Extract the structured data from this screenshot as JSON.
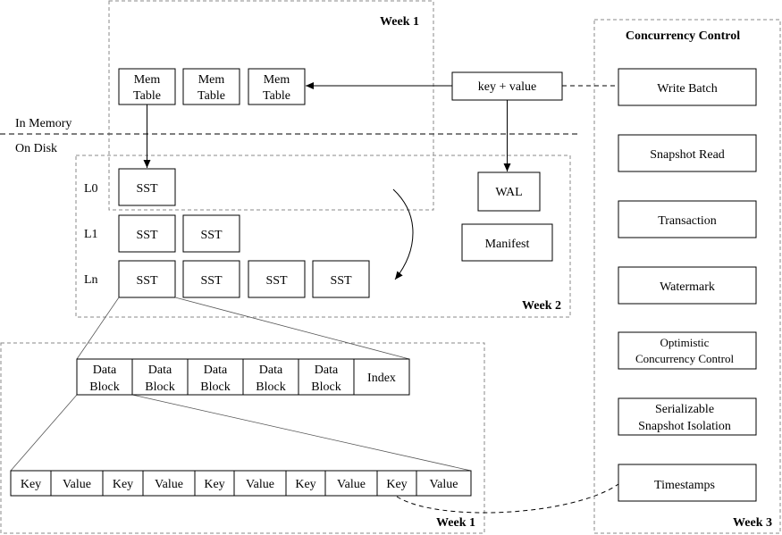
{
  "memory_boundary": {
    "in_memory": "In Memory",
    "on_disk": "On Disk"
  },
  "week1_top": {
    "label": "Week 1",
    "memtables": [
      [
        "Mem",
        "Table"
      ],
      [
        "Mem",
        "Table"
      ],
      [
        "Mem",
        "Table"
      ]
    ],
    "key_value": "key + value",
    "wal": "WAL"
  },
  "week2": {
    "label": "Week 2",
    "levels": [
      {
        "name": "L0",
        "ssts": [
          "SST"
        ]
      },
      {
        "name": "L1",
        "ssts": [
          "SST",
          "SST"
        ]
      },
      {
        "name": "Ln",
        "ssts": [
          "SST",
          "SST",
          "SST",
          "SST"
        ]
      }
    ],
    "manifest": "Manifest"
  },
  "week1_bottom": {
    "label": "Week 1",
    "sst_blocks": [
      [
        "Data",
        "Block"
      ],
      [
        "Data",
        "Block"
      ],
      [
        "Data",
        "Block"
      ],
      [
        "Data",
        "Block"
      ],
      [
        "Data",
        "Block"
      ],
      [
        "Index"
      ]
    ],
    "kv_cells": [
      "Key",
      "Value",
      "Key",
      "Value",
      "Key",
      "Value",
      "Key",
      "Value",
      "Key",
      "Value"
    ]
  },
  "week3": {
    "title": "Concurrency Control",
    "label": "Week 3",
    "items": [
      [
        "Write Batch"
      ],
      [
        "Snapshot Read"
      ],
      [
        "Transaction"
      ],
      [
        "Watermark"
      ],
      [
        "Optimistic",
        "Concurrency Control"
      ],
      [
        "Serializable",
        "Snapshot Isolation"
      ],
      [
        "Timestamps"
      ]
    ]
  }
}
